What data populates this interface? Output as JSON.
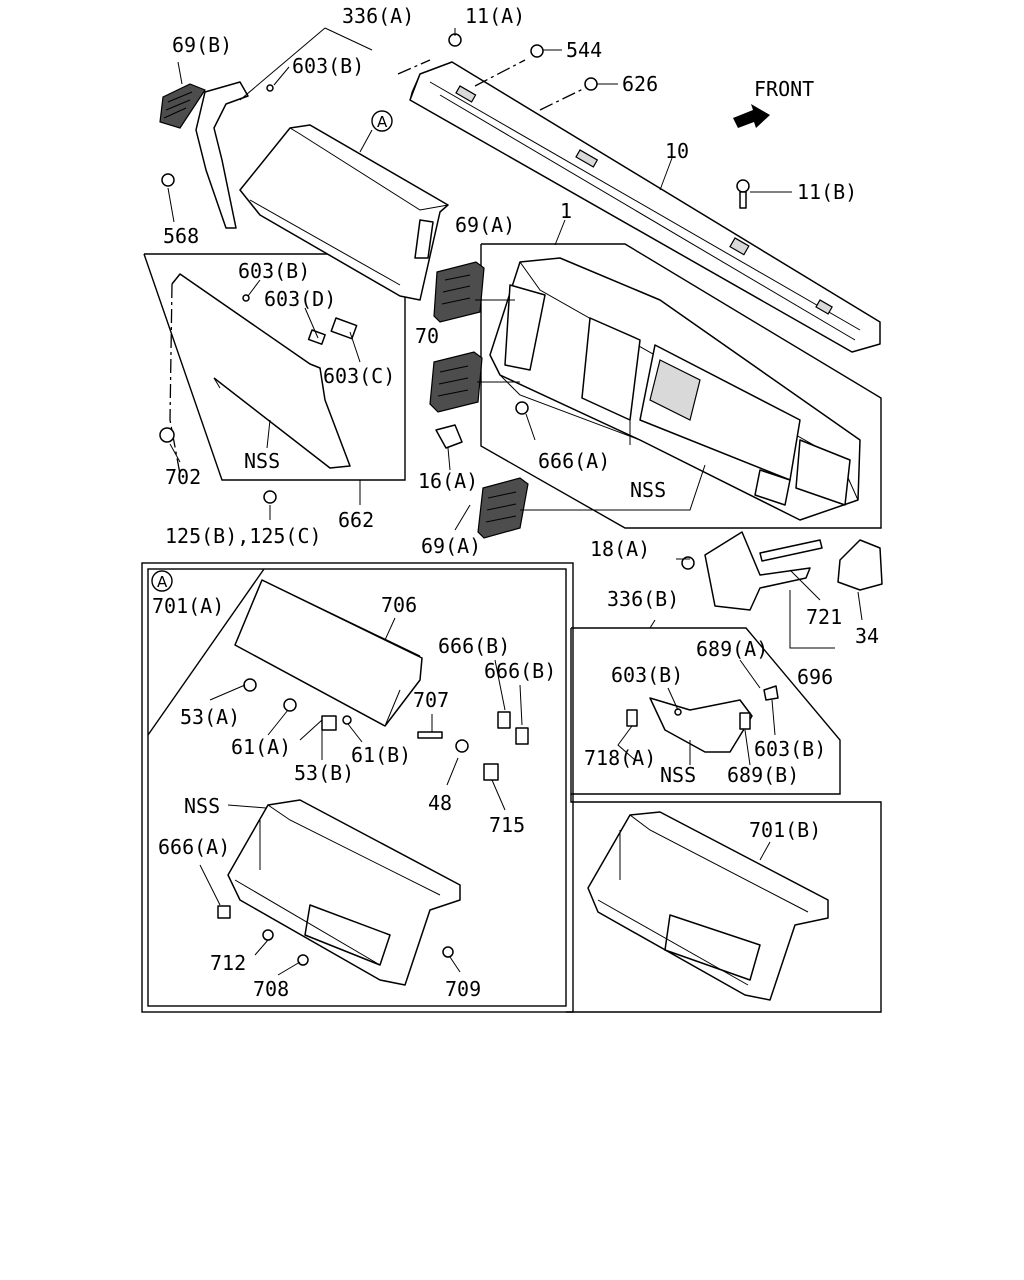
{
  "diagram": {
    "front_label": "FRONT",
    "callouts": [
      "336(A)",
      "11(A)",
      "69(B)",
      "603(B)",
      "544",
      "626",
      "10",
      "11(B)",
      "A",
      "568",
      "69(A)",
      "1",
      "603(B)",
      "603(D)",
      "603(C)",
      "70",
      "666(A)",
      "NSS",
      "702",
      "NSS",
      "16(A)",
      "662",
      "69(A)",
      "125(B),125(C)",
      "18(A)",
      "721",
      "34",
      "696",
      "336(B)",
      "689(A)",
      "603(B)",
      "718(A)",
      "NSS",
      "603(B)",
      "689(B)",
      "701(A)",
      "706",
      "666(B)",
      "666(B)",
      "53(A)",
      "707",
      "61(A)",
      "61(B)",
      "53(B)",
      "48",
      "715",
      "NSS",
      "666(A)",
      "712",
      "708",
      "709",
      "701(B)"
    ],
    "detail_marker": "A"
  }
}
